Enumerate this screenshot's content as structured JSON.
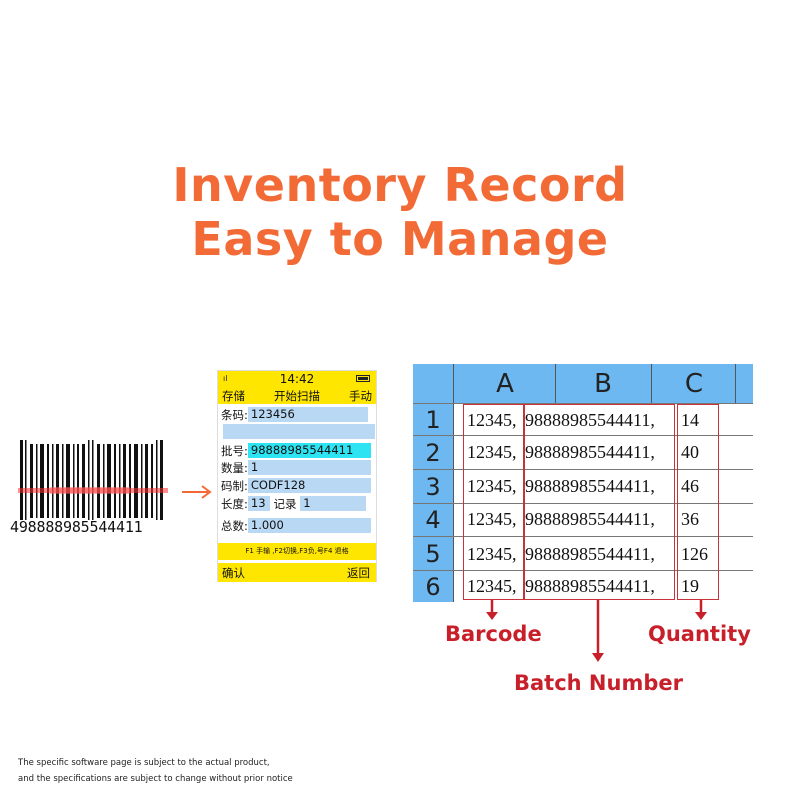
{
  "headline": {
    "line1": "Inventory Record",
    "line2": "Easy to Manage"
  },
  "barcode": {
    "digits": "4 988889855444 11",
    "prefix": "4",
    "number": "98888985544411"
  },
  "device": {
    "signal": "ıl",
    "time": "14:42",
    "top_left": "存储",
    "top_center": "开始扫描",
    "top_right": "手动",
    "fields": [
      {
        "label": "条码:",
        "value": "123456"
      },
      {
        "label": "批号:",
        "value": "98888985544411"
      },
      {
        "label": "数量:",
        "value": "1"
      },
      {
        "label": "码制:",
        "value": "CODF128"
      },
      {
        "label": "长度:",
        "value": "13"
      },
      {
        "label": "记录",
        "value": "1"
      },
      {
        "label": "总数:",
        "value": "1.000"
      }
    ],
    "hint": "F1 手输 ,F2切换,F3负,号F4 退格",
    "bottom_left": "确认",
    "bottom_right": "返回"
  },
  "sheet": {
    "columns": [
      "A",
      "B",
      "C"
    ],
    "rows": [
      {
        "num": "1",
        "a": "12345,",
        "b": "98888985544411,",
        "c": "14"
      },
      {
        "num": "2",
        "a": "12345,",
        "b": "98888985544411,",
        "c": "40"
      },
      {
        "num": "3",
        "a": "12345,",
        "b": "98888985544411,",
        "c": "46"
      },
      {
        "num": "4",
        "a": "12345,",
        "b": "98888985544411,",
        "c": "36"
      },
      {
        "num": "5",
        "a": "12345,",
        "b": "98888985544411,",
        "c": "126"
      },
      {
        "num": "6",
        "a": "12345,",
        "b": "98888985544411,",
        "c": "19"
      }
    ]
  },
  "labels": {
    "barcode": "Barcode",
    "batch": "Batch Number",
    "quantity": "Quantity"
  },
  "disclaimer": {
    "line1": "The specific software page is subject to the actual product,",
    "line2": "and the specifications are subject to change without prior notice"
  },
  "colors": {
    "headline": "#f26b36",
    "accent_red": "#c8202a",
    "sheet_header": "#6db8f0",
    "device_bar": "#ffe600"
  }
}
